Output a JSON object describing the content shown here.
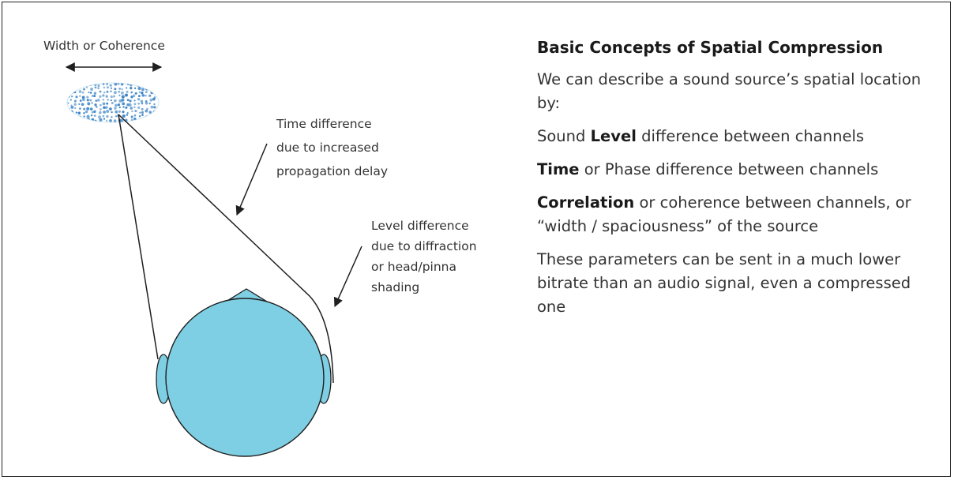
{
  "colors": {
    "head_fill": "#7ecfe3",
    "dot_fill": "#3a82c4",
    "stroke": "#1f1f1f"
  },
  "diagram": {
    "width_label": "Width or Coherence",
    "time_label": [
      "Time difference",
      "due to increased",
      "propagation delay"
    ],
    "level_label": [
      "Level difference",
      "due to diffraction",
      "or head/pinna",
      "shading"
    ]
  },
  "panel": {
    "heading": "Basic Concepts of Spatial Compression",
    "intro": "We can describe a sound source’s spatial location by:",
    "item_level": {
      "pre": "Sound ",
      "bold": "Level",
      "post": " difference between channels"
    },
    "item_time": {
      "pre": "",
      "bold": "Time",
      "post": " or Phase difference between channels"
    },
    "item_correlation": {
      "pre": "",
      "bold": "Correlation",
      "post": " or coherence between channels, or “width / spaciousness” of the source"
    },
    "closing": "These parameters can be sent in a much lower bitrate than an audio signal, even a compressed one"
  }
}
